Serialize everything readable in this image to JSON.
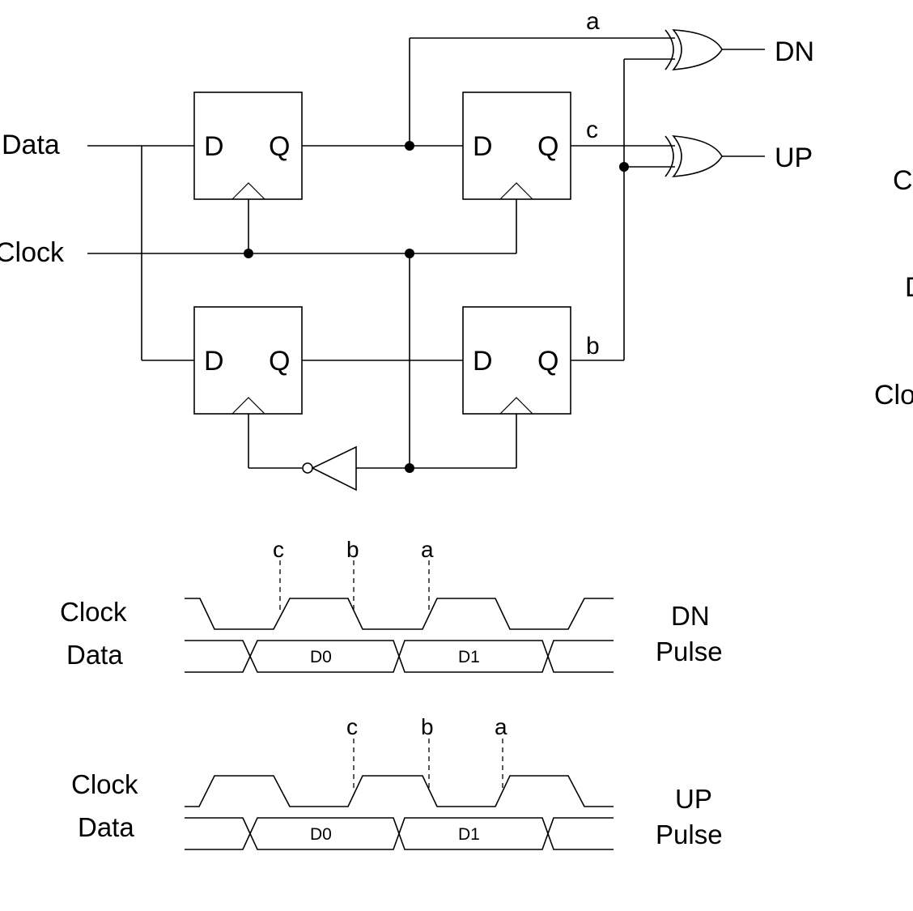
{
  "circuit": {
    "inputs": {
      "data": "Data",
      "clock": "Clock"
    },
    "outputs": {
      "dn": "DN",
      "up": "UP"
    },
    "ff_d": "D",
    "ff_q": "Q",
    "nodes": {
      "a": "a",
      "b": "b",
      "c": "c"
    },
    "right_cut_labels": [
      "C",
      "D",
      "Clo"
    ]
  },
  "timing_dn": {
    "clock_label": "Clock",
    "data_label": "Data",
    "pulse_line1": "DN",
    "pulse_line2": "Pulse",
    "markers": [
      "c",
      "b",
      "a"
    ],
    "data_cells": [
      "D0",
      "D1"
    ]
  },
  "timing_up": {
    "clock_label": "Clock",
    "data_label": "Data",
    "pulse_line1": "UP",
    "pulse_line2": "Pulse",
    "markers": [
      "c",
      "b",
      "a"
    ],
    "data_cells": [
      "D0",
      "D1"
    ]
  }
}
